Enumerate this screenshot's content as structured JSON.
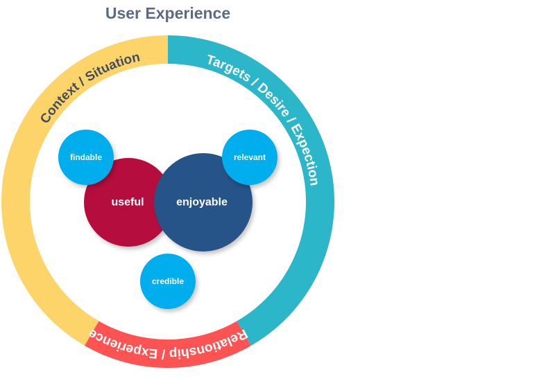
{
  "title": "User Experience",
  "ring": {
    "segments": [
      {
        "label": "Context / Situation",
        "color": "#fcd46a",
        "label_color": "#444d5c",
        "start_deg": -150,
        "end_deg": 0
      },
      {
        "label": "Targets / Desire / Expection",
        "color": "#2bb7c9",
        "label_color": "#ffffff",
        "start_deg": 0,
        "end_deg": 150
      },
      {
        "label": "Relationship / Experience",
        "color": "#fd5353",
        "label_color": "#ffffff",
        "start_deg": 150,
        "end_deg": 210
      }
    ]
  },
  "bubbles": {
    "useful": {
      "label": "useful",
      "color": "#b50b3d"
    },
    "enjoyable": {
      "label": "enjoyable",
      "color": "#255388"
    },
    "findable": {
      "label": "findable",
      "color": "#03aeed"
    },
    "relevant": {
      "label": "relevant",
      "color": "#03aeed"
    },
    "credible": {
      "label": "credible",
      "color": "#03aeed"
    }
  }
}
